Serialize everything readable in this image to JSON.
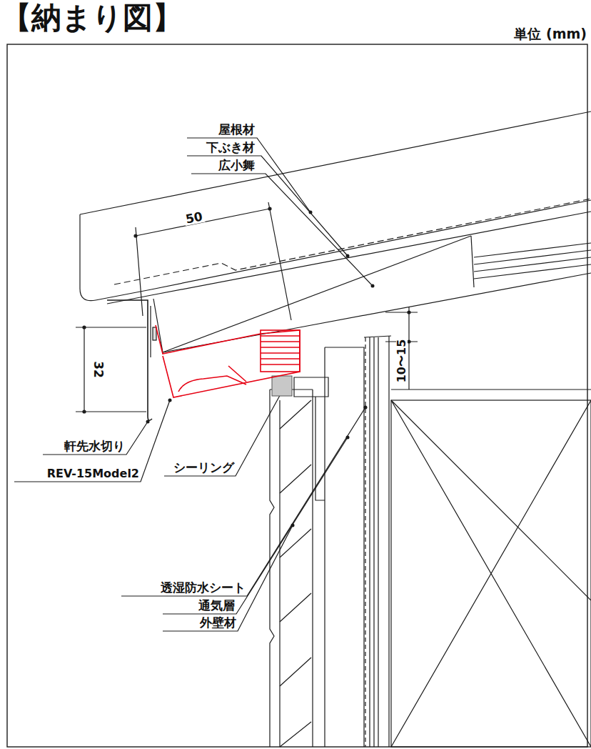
{
  "diagram": {
    "title": "【納まり図】",
    "labels": [
      "単位 (mm)",
      "屋根材",
      "下ぶき材",
      "広小舞",
      "50",
      "32",
      "10〜15",
      "軒先水切り",
      "REV-15Model2",
      "シーリング",
      "透湿防水シート",
      "通気層",
      "外壁材"
    ]
  }
}
